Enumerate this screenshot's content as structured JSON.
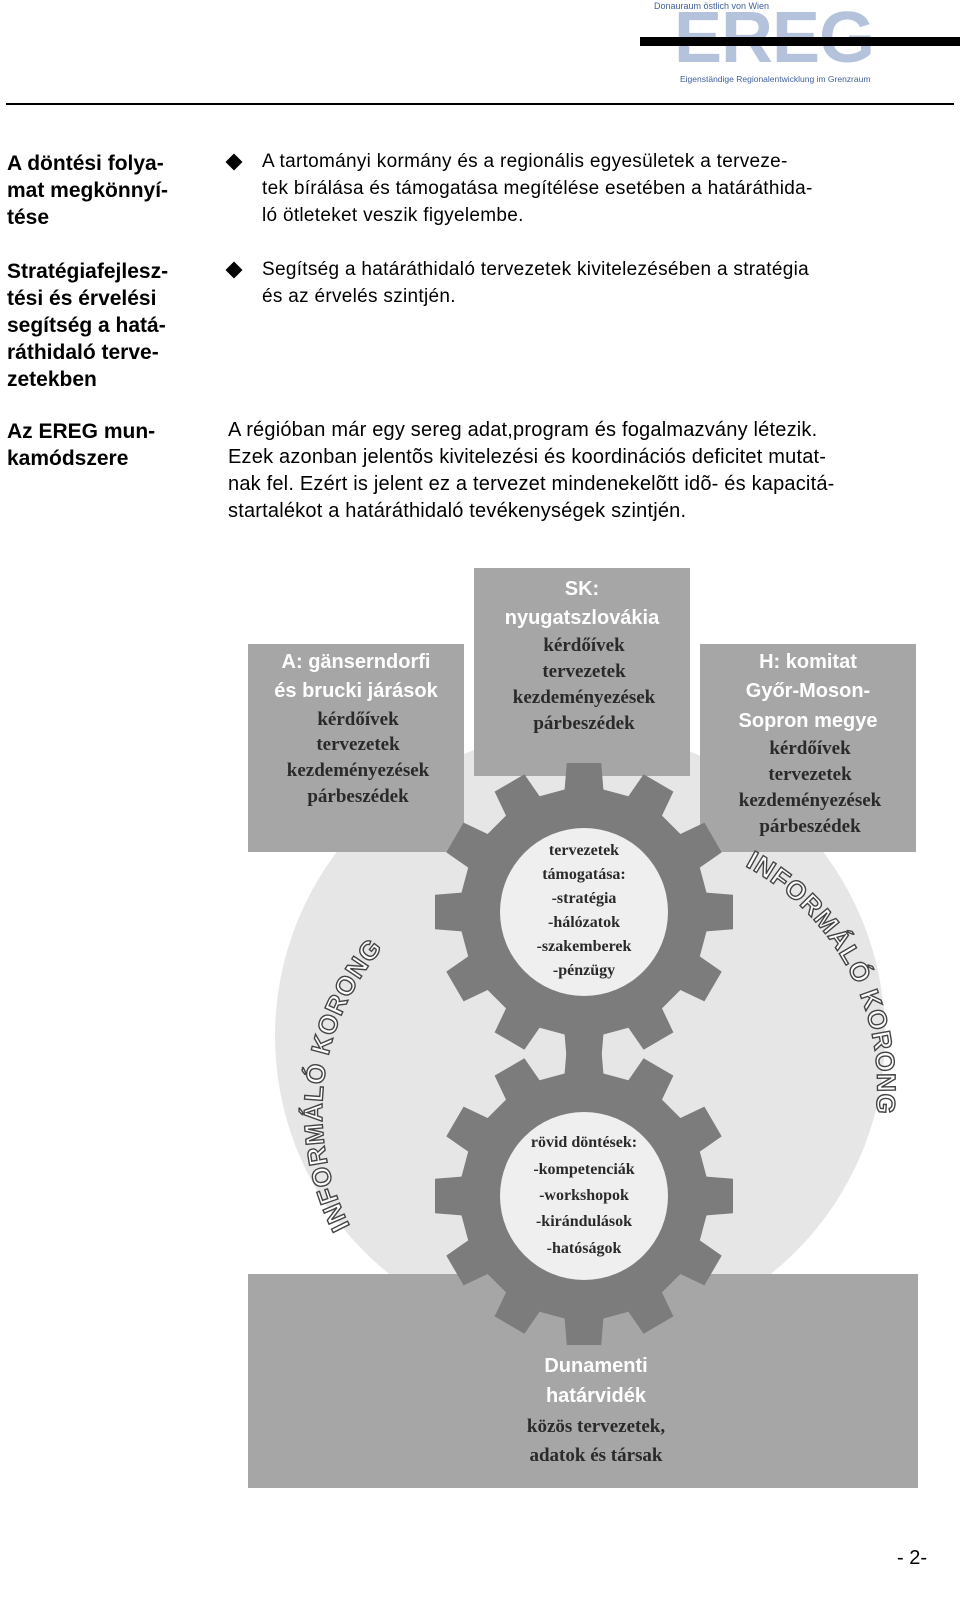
{
  "header": {
    "logo_tagline_top": "Donauraum östlich von Wien",
    "logo_word": "EREG",
    "logo_tagline_bottom": "Eigenständige Regionalentwicklung im Grenzraum"
  },
  "sidebar": {
    "heading1": [
      "A döntési folya-",
      "mat megkönnyí-",
      "tése"
    ],
    "heading2": [
      "Stratégiafejlesz-",
      "tési és érvelési",
      "segítség a hatá-",
      "ráthidaló terve-",
      "zetekben"
    ],
    "heading3": [
      "Az EREG mun-",
      "kamódszere"
    ]
  },
  "bullets": [
    {
      "lines": [
        "A tartományi kormány és  a regionális egyesületek  a terveze-",
        "tek bírálása és támogatása megítélése esetében a határáthida-",
        "ló ötleteket veszik figyelembe."
      ]
    },
    {
      "lines": [
        "Segítség a határáthidaló tervezetek kivitelezésében a stratégia",
        "és az érvelés szintjén."
      ]
    }
  ],
  "paragraph": [
    "A régióban már egy sereg adat,program és fogalmazvány létezik.",
    "Ezek azonban  jelentõs kivitelezési és koordinációs deficitet mutat-",
    "nak fel. Ezért is jelent ez a tervezet mindenekelõtt idõ- és kapacitá-",
    "startalékot a határáthidaló tevékenységek szintjén."
  ],
  "diagram": {
    "box_left": {
      "title": [
        "A: gänserndorfi",
        "és brucki járások"
      ],
      "items": [
        "kérdőívek",
        "tervezetek",
        "kezdeményezések",
        "párbeszédek"
      ]
    },
    "box_center": {
      "title": [
        "SK:",
        "nyugatszlovákia"
      ],
      "items": [
        "kérdőívek",
        "tervezetek",
        "kezdeményezések",
        "párbeszédek"
      ]
    },
    "box_right": {
      "title": [
        "H: komitat",
        "Győr-Moson-",
        "Sopron megye"
      ],
      "items": [
        "kérdőívek",
        "tervezetek",
        "kezdeményezések",
        "párbeszédek"
      ]
    },
    "ring_label_left": "INFORMÁLÓ KORONG",
    "ring_label_right": "INFORMÁLÓ KORONG",
    "gear_top": [
      "tervezetek",
      "támogatása:",
      "-stratégia",
      "-hálózatok",
      "-szakemberek",
      "-pénzügy"
    ],
    "gear_bottom": [
      "rövid döntések:",
      "-kompetenciák",
      "-workshopok",
      "-kirándulások",
      "-hatóságok"
    ],
    "box_bottom": {
      "title": [
        "Dunamenti",
        "határvidék"
      ],
      "items": [
        "közös tervezetek,",
        "adatok és társak"
      ]
    },
    "colors": {
      "box": "#a6a6a6",
      "ring": "#e6e6e6",
      "gear": "#7c7c7c",
      "gear_hub": "#efefef",
      "label": "#ffffff",
      "dark_text": "#2a2a2a"
    }
  },
  "footer": {
    "page_number": "- 2-"
  }
}
